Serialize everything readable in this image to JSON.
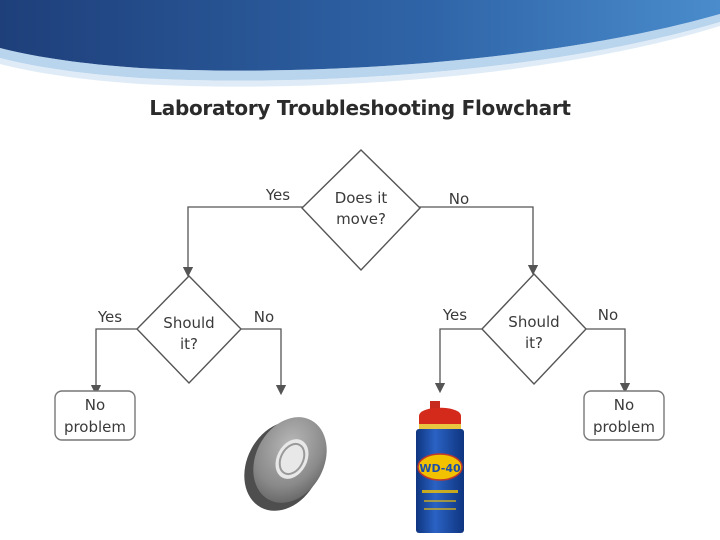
{
  "slide": {
    "title": "Laboratory Troubleshooting Flowchart"
  },
  "flowchart": {
    "root_question": [
      "Does it",
      "move?"
    ],
    "root_yes_label": "Yes",
    "root_no_label": "No",
    "left_question": [
      "Should",
      "it?"
    ],
    "left_yes_label": "Yes",
    "left_no_label": "No",
    "left_outcome": [
      "No",
      "problem"
    ],
    "left_tool": "duct tape",
    "right_question": [
      "Should",
      "it?"
    ],
    "right_yes_label": "Yes",
    "right_no_label": "No",
    "right_tool_label": "WD-40",
    "right_outcome": [
      "No",
      "problem"
    ]
  },
  "colors": {
    "banner_dark": "#1e3f7a",
    "banner_light": "#4a8ccc",
    "line": "#555555",
    "can_blue": "#1d4fa8",
    "can_yellow": "#f2c200",
    "can_red": "#d42a1c",
    "tape_gray": "#8c8c8c"
  }
}
